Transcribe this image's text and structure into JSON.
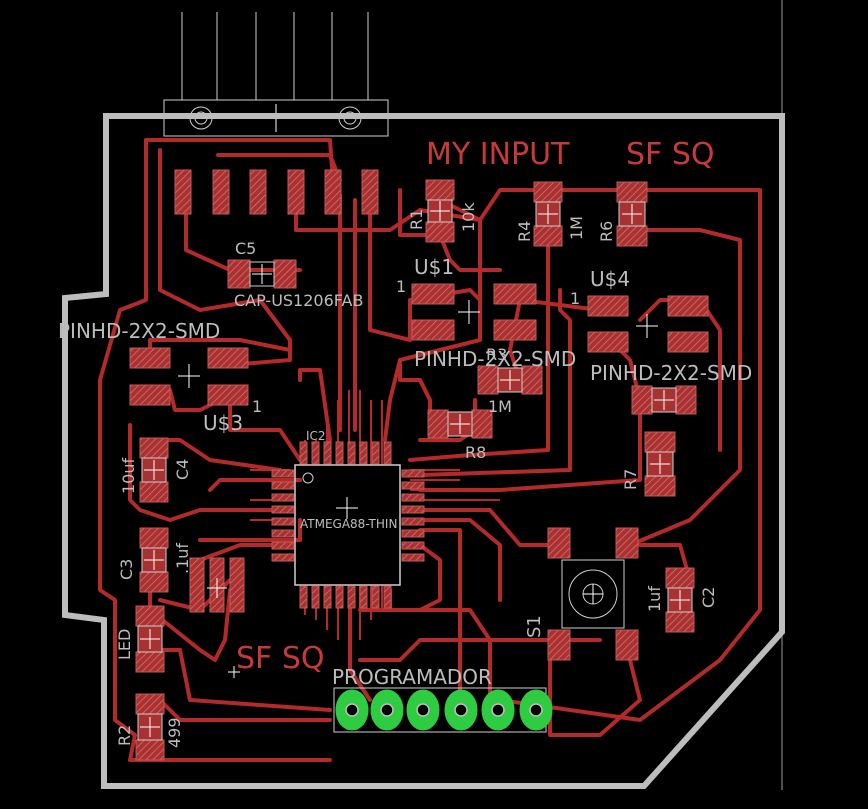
{
  "board": {
    "outline_color": "#bdbdbd",
    "trace_color": "#b32a2a",
    "pad_color": "#c04040",
    "label_color": "#bdbdbd",
    "title_color": "#c83a3a",
    "via_color": "#2ecc40"
  },
  "titles": {
    "my_input": "MY INPUT",
    "sf_sq_top": "SF SQ",
    "sf_sq_bottom": "SF SQ",
    "programador": "PROGRAMADOR"
  },
  "labels": {
    "c5": "C5",
    "cap_us": "CAP-US1206FAB",
    "r1": "R1",
    "r1_val": "10k",
    "r4": "R4",
    "r4_val": "1M",
    "r6": "R6",
    "u1": "U$1",
    "u1_pin": "1",
    "u4": "U$4",
    "u4_pin": "1",
    "pinhd_left": "PINHD-2X2-SMD",
    "pinhd_mid": "PINHD-2X2-SMD",
    "pinhd_right": "PINHD-2X2-SMD",
    "r3": "R3",
    "r3_val": "1M",
    "u3": "U$3",
    "u3_pin": "1",
    "ic2": "IC2",
    "r8": "R8",
    "c4": "C4",
    "c4_val": "10uf",
    "atmega": "ATMEGA88-THIN",
    "r7": "R7",
    "c3": "C3",
    "c3_val": ".1uf",
    "s1": "S1",
    "c2": "C2",
    "c2_val": "1uf",
    "led": "LED",
    "r2": "R2",
    "r2_val": "499"
  }
}
